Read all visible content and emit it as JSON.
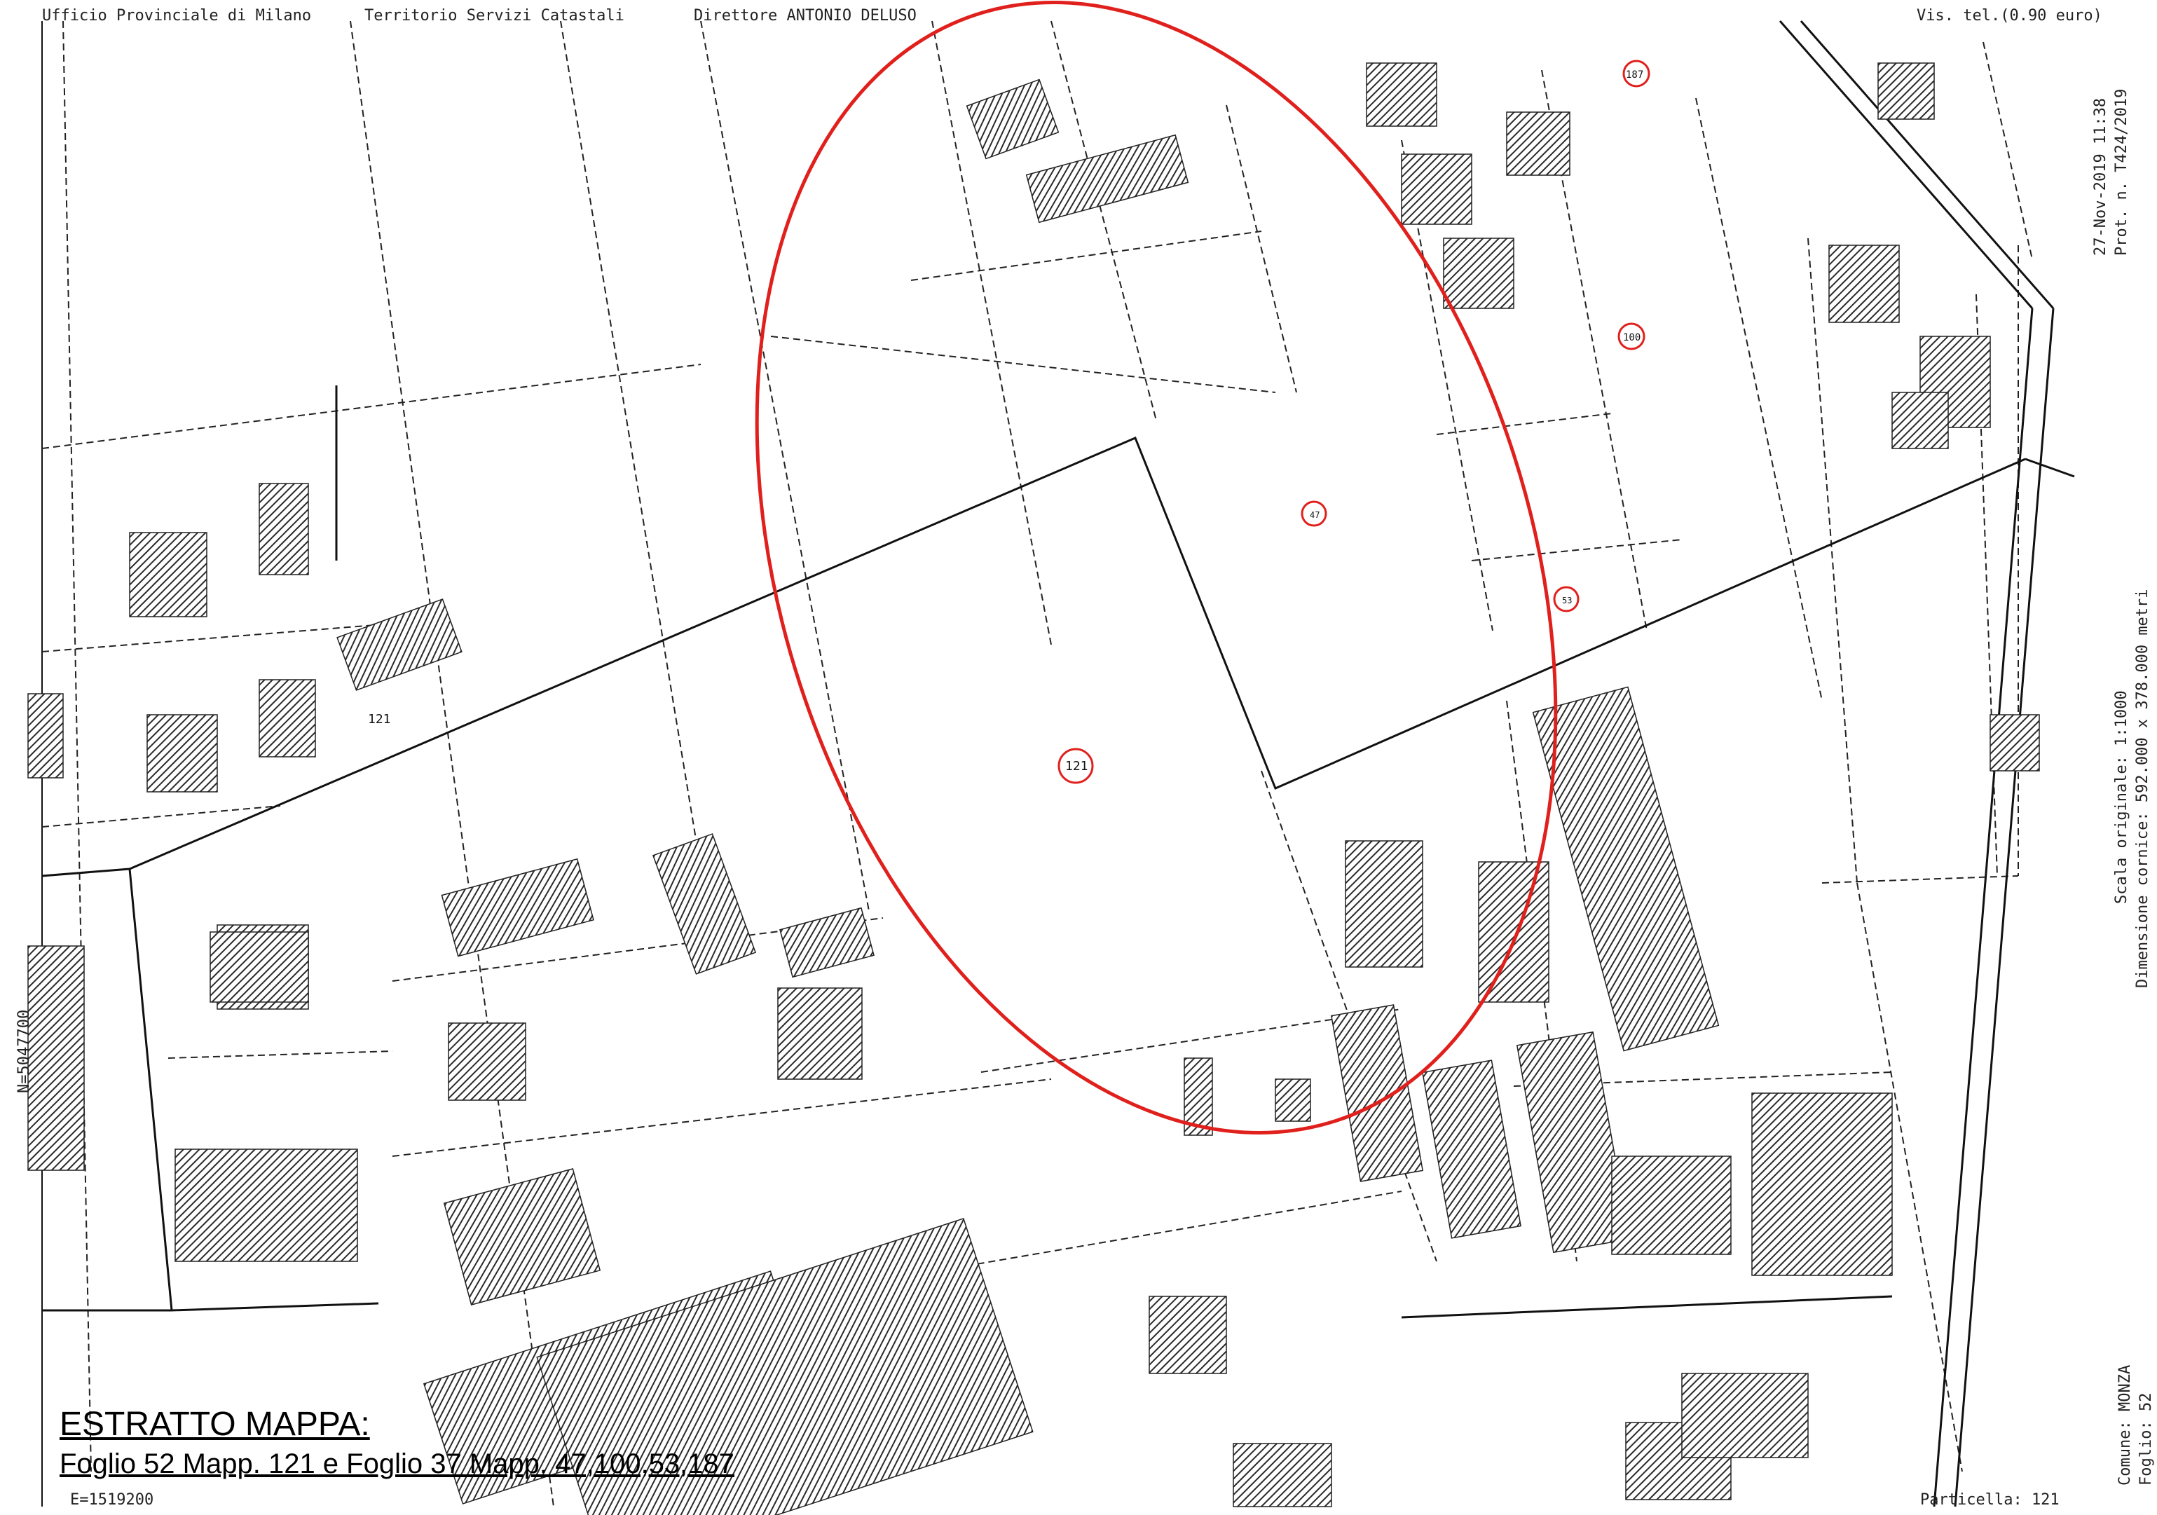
{
  "header": {
    "office": "Ufficio Provinciale di Milano",
    "territory": "Territorio Servizi Catastali",
    "director": "Direttore ANTONIO DELUSO",
    "visura": "Vis. tel.(0.90 euro)"
  },
  "side_right": {
    "date": "27-Nov-2019 11:38",
    "protocol": "Prot. n. T424/2019",
    "scale": "Scala originale: 1:1000",
    "dimensions": "Dimensione cornice: 592.000 x 378.000 metri",
    "comune": "Comune: MONZA",
    "foglio": "Foglio: 52"
  },
  "side_left": {
    "coord_n": "N=5047700"
  },
  "bottom": {
    "coord_e": "E=1519200",
    "particella": "Particella: 121"
  },
  "title": {
    "heading": "ESTRATTO MAPPA:",
    "subtitle": "Foglio 52 Mapp. 121 e Foglio 37 Mapp. 47,100,53,187"
  },
  "parcel_labels": {
    "p121_main": "121",
    "p121_left": "121",
    "p187": "187",
    "p47": "47",
    "p100": "100",
    "p53": "53"
  },
  "colors": {
    "highlight": "#e0201c",
    "lines": "#111111",
    "hatch": "#333333"
  }
}
